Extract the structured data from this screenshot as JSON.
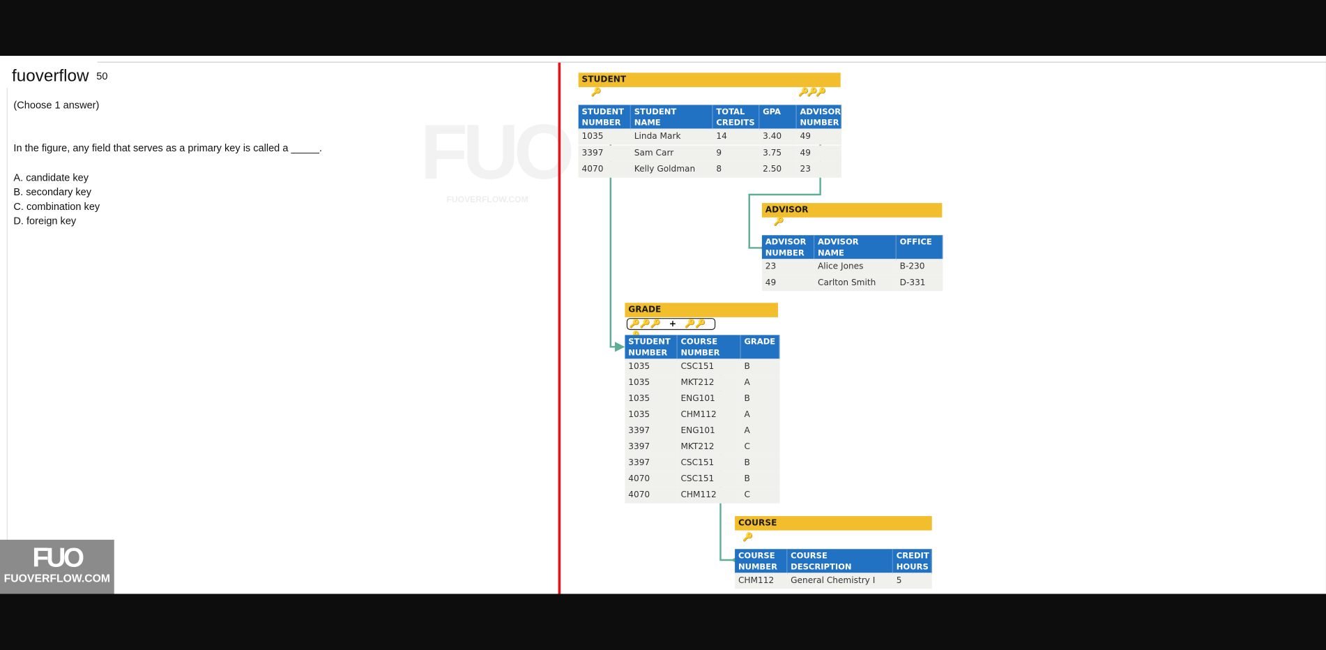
{
  "site": {
    "brand": "fuoverflow",
    "brand_tail": "50"
  },
  "question": {
    "instruction": "(Choose 1 answer)",
    "text": "In the figure, any field that serves as a primary key is called a _____.",
    "options": [
      "A. candidate key",
      "B. secondary key",
      "C. combination key",
      "D. foreign key"
    ]
  },
  "watermark": {
    "big": "FUO",
    "small": "FUOVERFLOW.COM"
  },
  "logo": {
    "big": "FUO",
    "small": "FUOVERFLOW.COM"
  },
  "figure": {
    "key_glyph": "🔑",
    "student": {
      "title": "STUDENT",
      "columns": [
        [
          "STUDENT",
          "NUMBER"
        ],
        [
          "STUDENT",
          "NAME"
        ],
        [
          "TOTAL",
          "CREDITS"
        ],
        [
          "GPA",
          ""
        ],
        [
          "ADVISOR",
          "NUMBER"
        ]
      ],
      "rows": [
        [
          "1035",
          "Linda Mark",
          "14",
          "3.40",
          "49"
        ],
        [
          "3397",
          "Sam Carr",
          "9",
          "3.75",
          "49"
        ],
        [
          "4070",
          "Kelly Goldman",
          "8",
          "2.50",
          "23"
        ]
      ]
    },
    "advisor": {
      "title": "ADVISOR",
      "columns": [
        [
          "ADVISOR",
          "NUMBER"
        ],
        [
          "ADVISOR",
          "NAME"
        ],
        [
          "OFFICE",
          ""
        ]
      ],
      "rows": [
        [
          "23",
          "Alice Jones",
          "B-230"
        ],
        [
          "49",
          "Carlton Smith",
          "D-331"
        ]
      ]
    },
    "grade": {
      "title": "GRADE",
      "combo_plus": "+",
      "columns": [
        [
          "STUDENT",
          "NUMBER"
        ],
        [
          "COURSE",
          "NUMBER"
        ],
        [
          "GRADE",
          ""
        ]
      ],
      "rows": [
        [
          "1035",
          "CSC151",
          "B"
        ],
        [
          "1035",
          "MKT212",
          "A"
        ],
        [
          "1035",
          "ENG101",
          "B"
        ],
        [
          "1035",
          "CHM112",
          "A"
        ],
        [
          "3397",
          "ENG101",
          "A"
        ],
        [
          "3397",
          "MKT212",
          "C"
        ],
        [
          "3397",
          "CSC151",
          "B"
        ],
        [
          "4070",
          "CSC151",
          "B"
        ],
        [
          "4070",
          "CHM112",
          "C"
        ]
      ]
    },
    "course": {
      "title": "COURSE",
      "columns": [
        [
          "COURSE",
          "NUMBER"
        ],
        [
          "COURSE",
          "DESCRIPTION"
        ],
        [
          "CREDIT",
          "HOURS"
        ]
      ],
      "rows": [
        [
          "CHM112",
          "General Chemistry I",
          "5"
        ]
      ]
    }
  }
}
